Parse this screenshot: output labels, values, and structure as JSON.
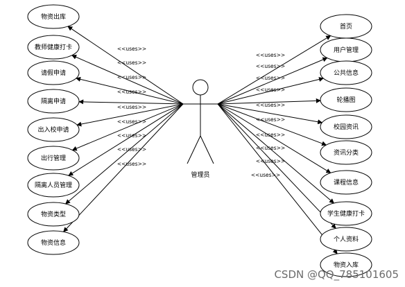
{
  "actor": {
    "label": "管理员"
  },
  "relation_label": "<<uses>>",
  "left_use_cases": [
    "物资出库",
    "教师健康打卡",
    "请假申请",
    "隔离申请",
    "出入校申请",
    "出行管理",
    "隔离人员管理",
    "物资类型",
    "物资信息"
  ],
  "right_use_cases": [
    "首页",
    "用户管理",
    "公共信息",
    "轮播图",
    "校园资讯",
    "资讯分类",
    "课程信息",
    "学生健康打卡",
    "个人资料",
    "物资入库"
  ],
  "watermark": "CSDN @QQ_785101605"
}
